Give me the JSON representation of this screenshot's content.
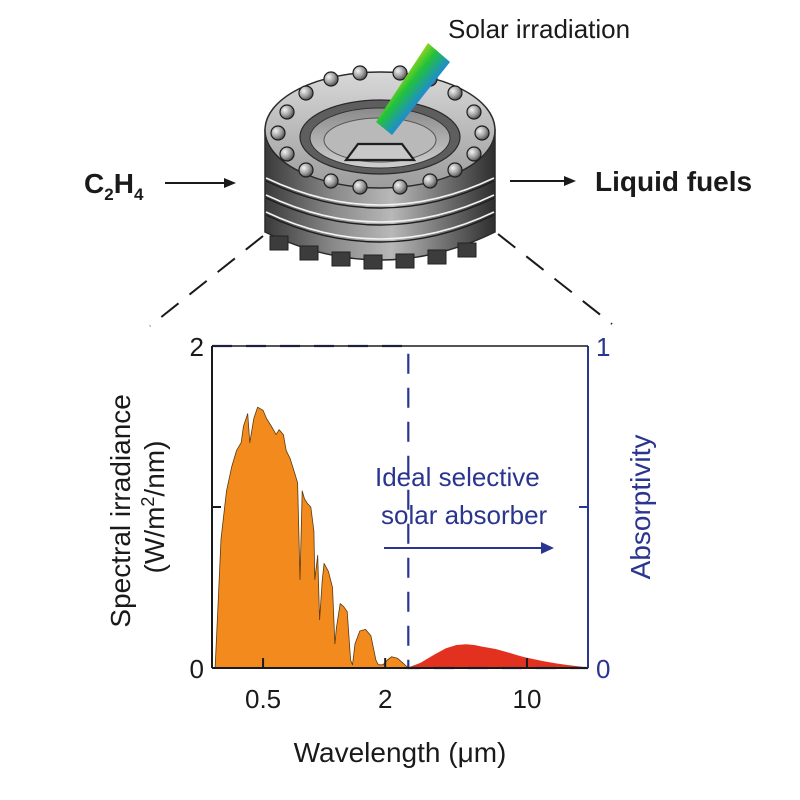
{
  "reactor": {
    "irradiation_label": "Solar irradiation",
    "input_main": "C",
    "input_sub1": "2",
    "input_main2": "H",
    "input_sub2": "4",
    "output_label": "Liquid fuels"
  },
  "chart_data": {
    "type": "area",
    "xscale": "log",
    "xlabel": "Wavelength (μm)",
    "ylabel_line1": "Spectral irradiance",
    "ylabel_line2_pre": "(W/m",
    "ylabel_line2_sup": "2",
    "ylabel_line2_post": "/nm)",
    "y2label": "Absorptivity",
    "xlim": [
      0.28,
      20
    ],
    "ylim": [
      0,
      2
    ],
    "y2lim": [
      0,
      1
    ],
    "xticks": [
      {
        "value": 0.5,
        "label": "0.5"
      },
      {
        "value": 2,
        "label": "2"
      },
      {
        "value": 10,
        "label": "10"
      }
    ],
    "yticks": [
      {
        "value": 0,
        "label": "0"
      },
      {
        "value": 2,
        "label": "2"
      }
    ],
    "y2ticks": [
      {
        "value": 0,
        "label": "0"
      },
      {
        "value": 1,
        "label": "1"
      }
    ],
    "annotation_line1": "Ideal selective",
    "annotation_line2": "solar absorber",
    "colors": {
      "solar": "#f28a1e",
      "thermal": "#e33120",
      "absorber": "#2a3590",
      "axis_right": "#2a3590",
      "black": "#1a1a1a"
    },
    "series": [
      {
        "name": "Solar spectral irradiance",
        "color": "#f28a1e",
        "x": [
          0.29,
          0.3,
          0.31,
          0.33,
          0.35,
          0.37,
          0.39,
          0.4,
          0.42,
          0.43,
          0.45,
          0.47,
          0.5,
          0.52,
          0.55,
          0.58,
          0.6,
          0.63,
          0.65,
          0.68,
          0.7,
          0.72,
          0.74,
          0.76,
          0.78,
          0.8,
          0.83,
          0.86,
          0.89,
          0.9,
          0.93,
          0.95,
          0.98,
          1.0,
          1.05,
          1.1,
          1.13,
          1.15,
          1.2,
          1.25,
          1.3,
          1.35,
          1.38,
          1.42,
          1.5,
          1.6,
          1.7,
          1.8,
          1.85,
          1.95,
          2.05,
          2.15,
          2.3,
          2.45,
          2.6
        ],
        "values": [
          0.0,
          0.4,
          0.8,
          1.1,
          1.25,
          1.35,
          1.4,
          1.5,
          1.58,
          1.4,
          1.55,
          1.62,
          1.6,
          1.55,
          1.5,
          1.45,
          1.48,
          1.45,
          1.35,
          1.3,
          1.25,
          1.2,
          1.15,
          0.55,
          1.1,
          1.05,
          1.02,
          1.0,
          0.85,
          0.55,
          0.7,
          0.3,
          0.55,
          0.65,
          0.6,
          0.5,
          0.15,
          0.25,
          0.4,
          0.38,
          0.35,
          0.05,
          0.02,
          0.15,
          0.23,
          0.24,
          0.2,
          0.05,
          0.02,
          0.02,
          0.05,
          0.07,
          0.06,
          0.03,
          0.0
        ]
      },
      {
        "name": "Thermal emission",
        "color": "#e33120",
        "x": [
          2.6,
          3.0,
          3.5,
          4.0,
          4.5,
          5.0,
          5.5,
          6.0,
          7.0,
          8.0,
          9.0,
          10.0,
          12.0,
          14.0,
          16.0,
          18.0,
          20.0
        ],
        "values": [
          0.0,
          0.03,
          0.08,
          0.12,
          0.14,
          0.145,
          0.14,
          0.13,
          0.115,
          0.095,
          0.075,
          0.06,
          0.04,
          0.025,
          0.015,
          0.007,
          0.0
        ]
      },
      {
        "name": "Ideal selective solar absorber",
        "color": "#2a3590",
        "axis": "right",
        "x": [
          0.28,
          2.6,
          2.6,
          20
        ],
        "values": [
          1,
          1,
          0,
          0
        ]
      }
    ]
  }
}
